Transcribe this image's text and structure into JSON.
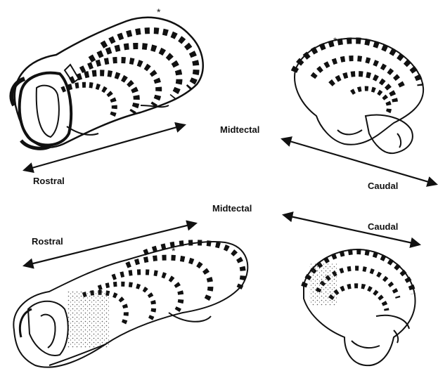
{
  "labels": {
    "top": {
      "midtectal": "Midtectal",
      "rostral": "Rostral",
      "caudal": "Caudal"
    },
    "bottom": {
      "midtectal": "Midtectal",
      "rostral": "Rostral",
      "caudal": "Caudal"
    }
  },
  "annotations": {
    "asterisk": "*"
  },
  "colors": {
    "ink": "#111111",
    "paper": "#ffffff",
    "stipple": "#555555"
  }
}
